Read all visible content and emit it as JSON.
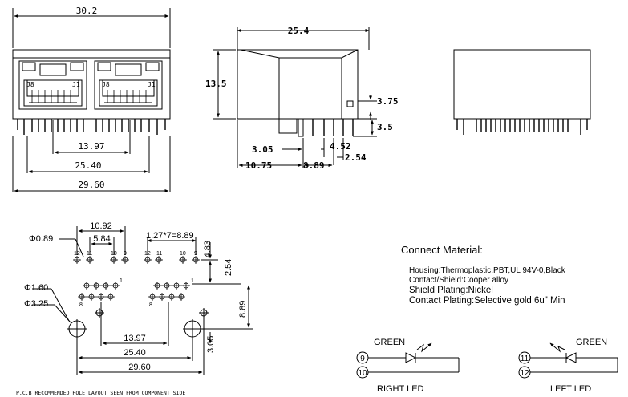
{
  "front_view": {
    "overall_width": "30.2",
    "jack_labels": [
      "J8",
      "J1",
      "J8",
      "J1"
    ],
    "pin_span_inner": "13.97",
    "pin_span_mid": "25.40",
    "pin_span_outer": "29.60"
  },
  "side_view": {
    "length": "25.4",
    "height": "13.5",
    "shield_tab": "3.75",
    "pin_length": "3.5",
    "dim_a": "3.05",
    "dim_b": "4.52",
    "dim_c": "2.54",
    "dim_d": "10.75",
    "dim_e": "8.89"
  },
  "pcb_layout": {
    "top_span": "10.92",
    "top_gap": "5.84",
    "pitch_label": "1.27*7=8.89",
    "hole_small": "Φ0.89",
    "hole_mid": "Φ1.60",
    "hole_large": "Φ3.25",
    "offset_a": "4.83",
    "offset_b": "2.54",
    "offset_c": "8.89",
    "offset_d": "3.05",
    "span_inner": "13.97",
    "span_mid": "25.40",
    "span_outer": "29.60",
    "pin_12": "12",
    "pin_11": "11",
    "pin_10": "10",
    "pin_9": "9",
    "pin_8": "8",
    "pin_1": "1",
    "caption": "P.C.B RECOMMENDED HOLE LAYOUT SEEN FROM COMPONENT SIDE"
  },
  "material": {
    "title": "Connect Material:",
    "lines": [
      "Housing:Thermoplastic,PBT,UL 94V-0,Black",
      "Contact/Shield:Cooper alloy",
      "Shield Plating:Nickel",
      "Contact Plating:Selective gold 6u\" Min"
    ]
  },
  "led_right": {
    "color": "GREEN",
    "pin_top": "9",
    "pin_bottom": "10",
    "label": "RIGHT  LED"
  },
  "led_left": {
    "color": "GREEN",
    "pin_top": "11",
    "pin_bottom": "12",
    "label": "LEFT  LED"
  },
  "colors": {
    "line": "#000000",
    "background": "#ffffff"
  }
}
